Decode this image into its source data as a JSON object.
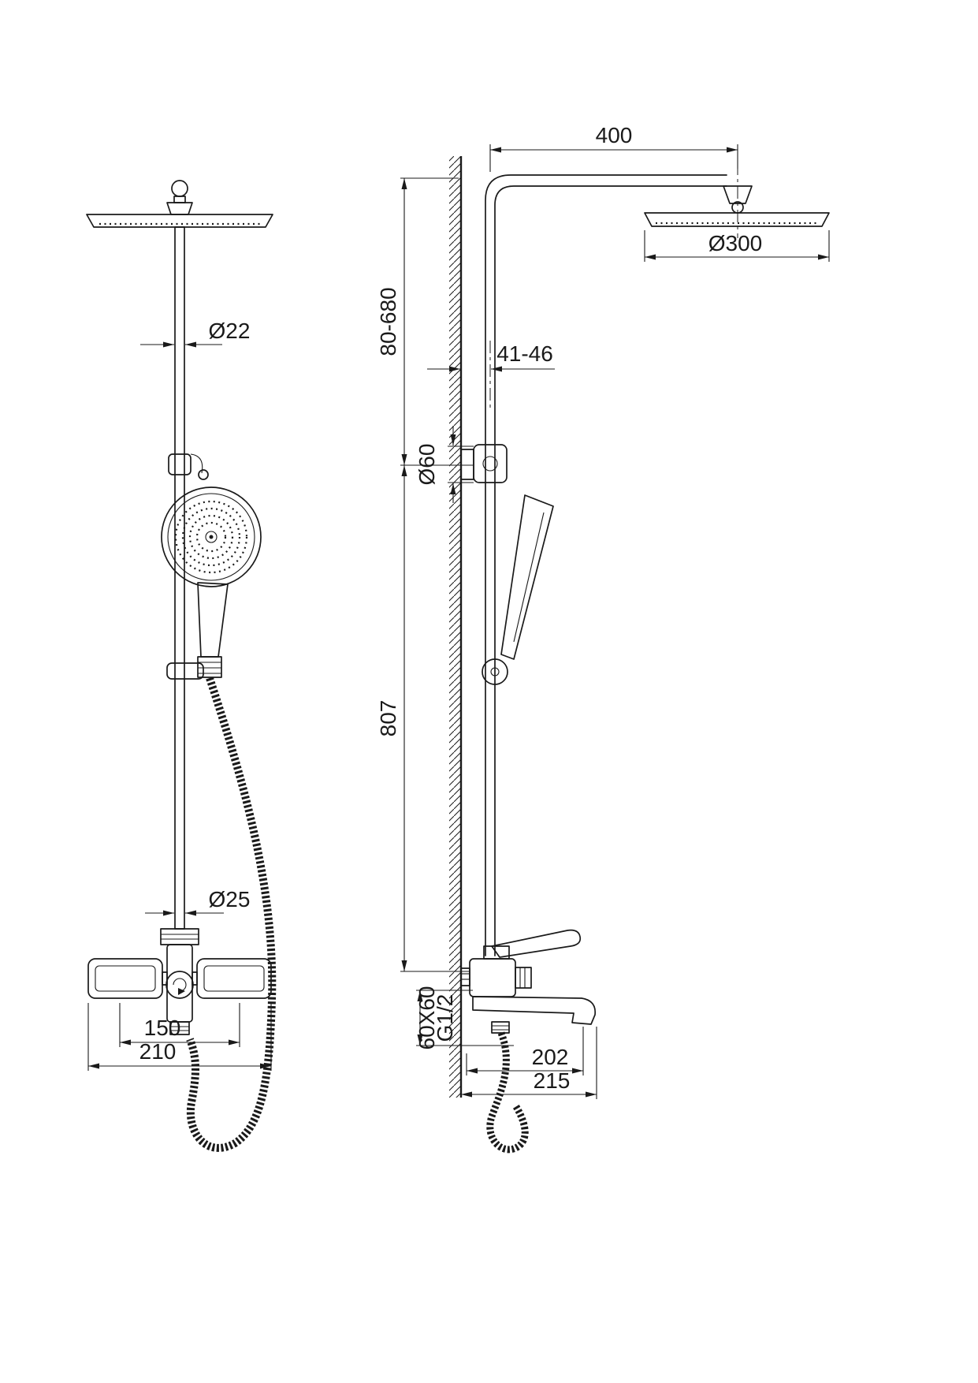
{
  "style": {
    "line_color": "#1a1a1a",
    "background": "#ffffff"
  },
  "drawing": {
    "front_view": {
      "pipe_diameter": "Ø22",
      "hose_inlet_diameter": "Ø25",
      "handle_spacing": "150",
      "mixer_width": "210"
    },
    "side_view": {
      "arm_length": "400",
      "head_diameter": "Ø300",
      "height_adjustment": "80-680",
      "wall_distance": "41-46",
      "bracket_diameter": "Ø60",
      "column_height": "807",
      "body_section": "60X60",
      "connection_thread": "G1/2",
      "spout_reach": "202",
      "spout_reach_overall": "215"
    }
  }
}
